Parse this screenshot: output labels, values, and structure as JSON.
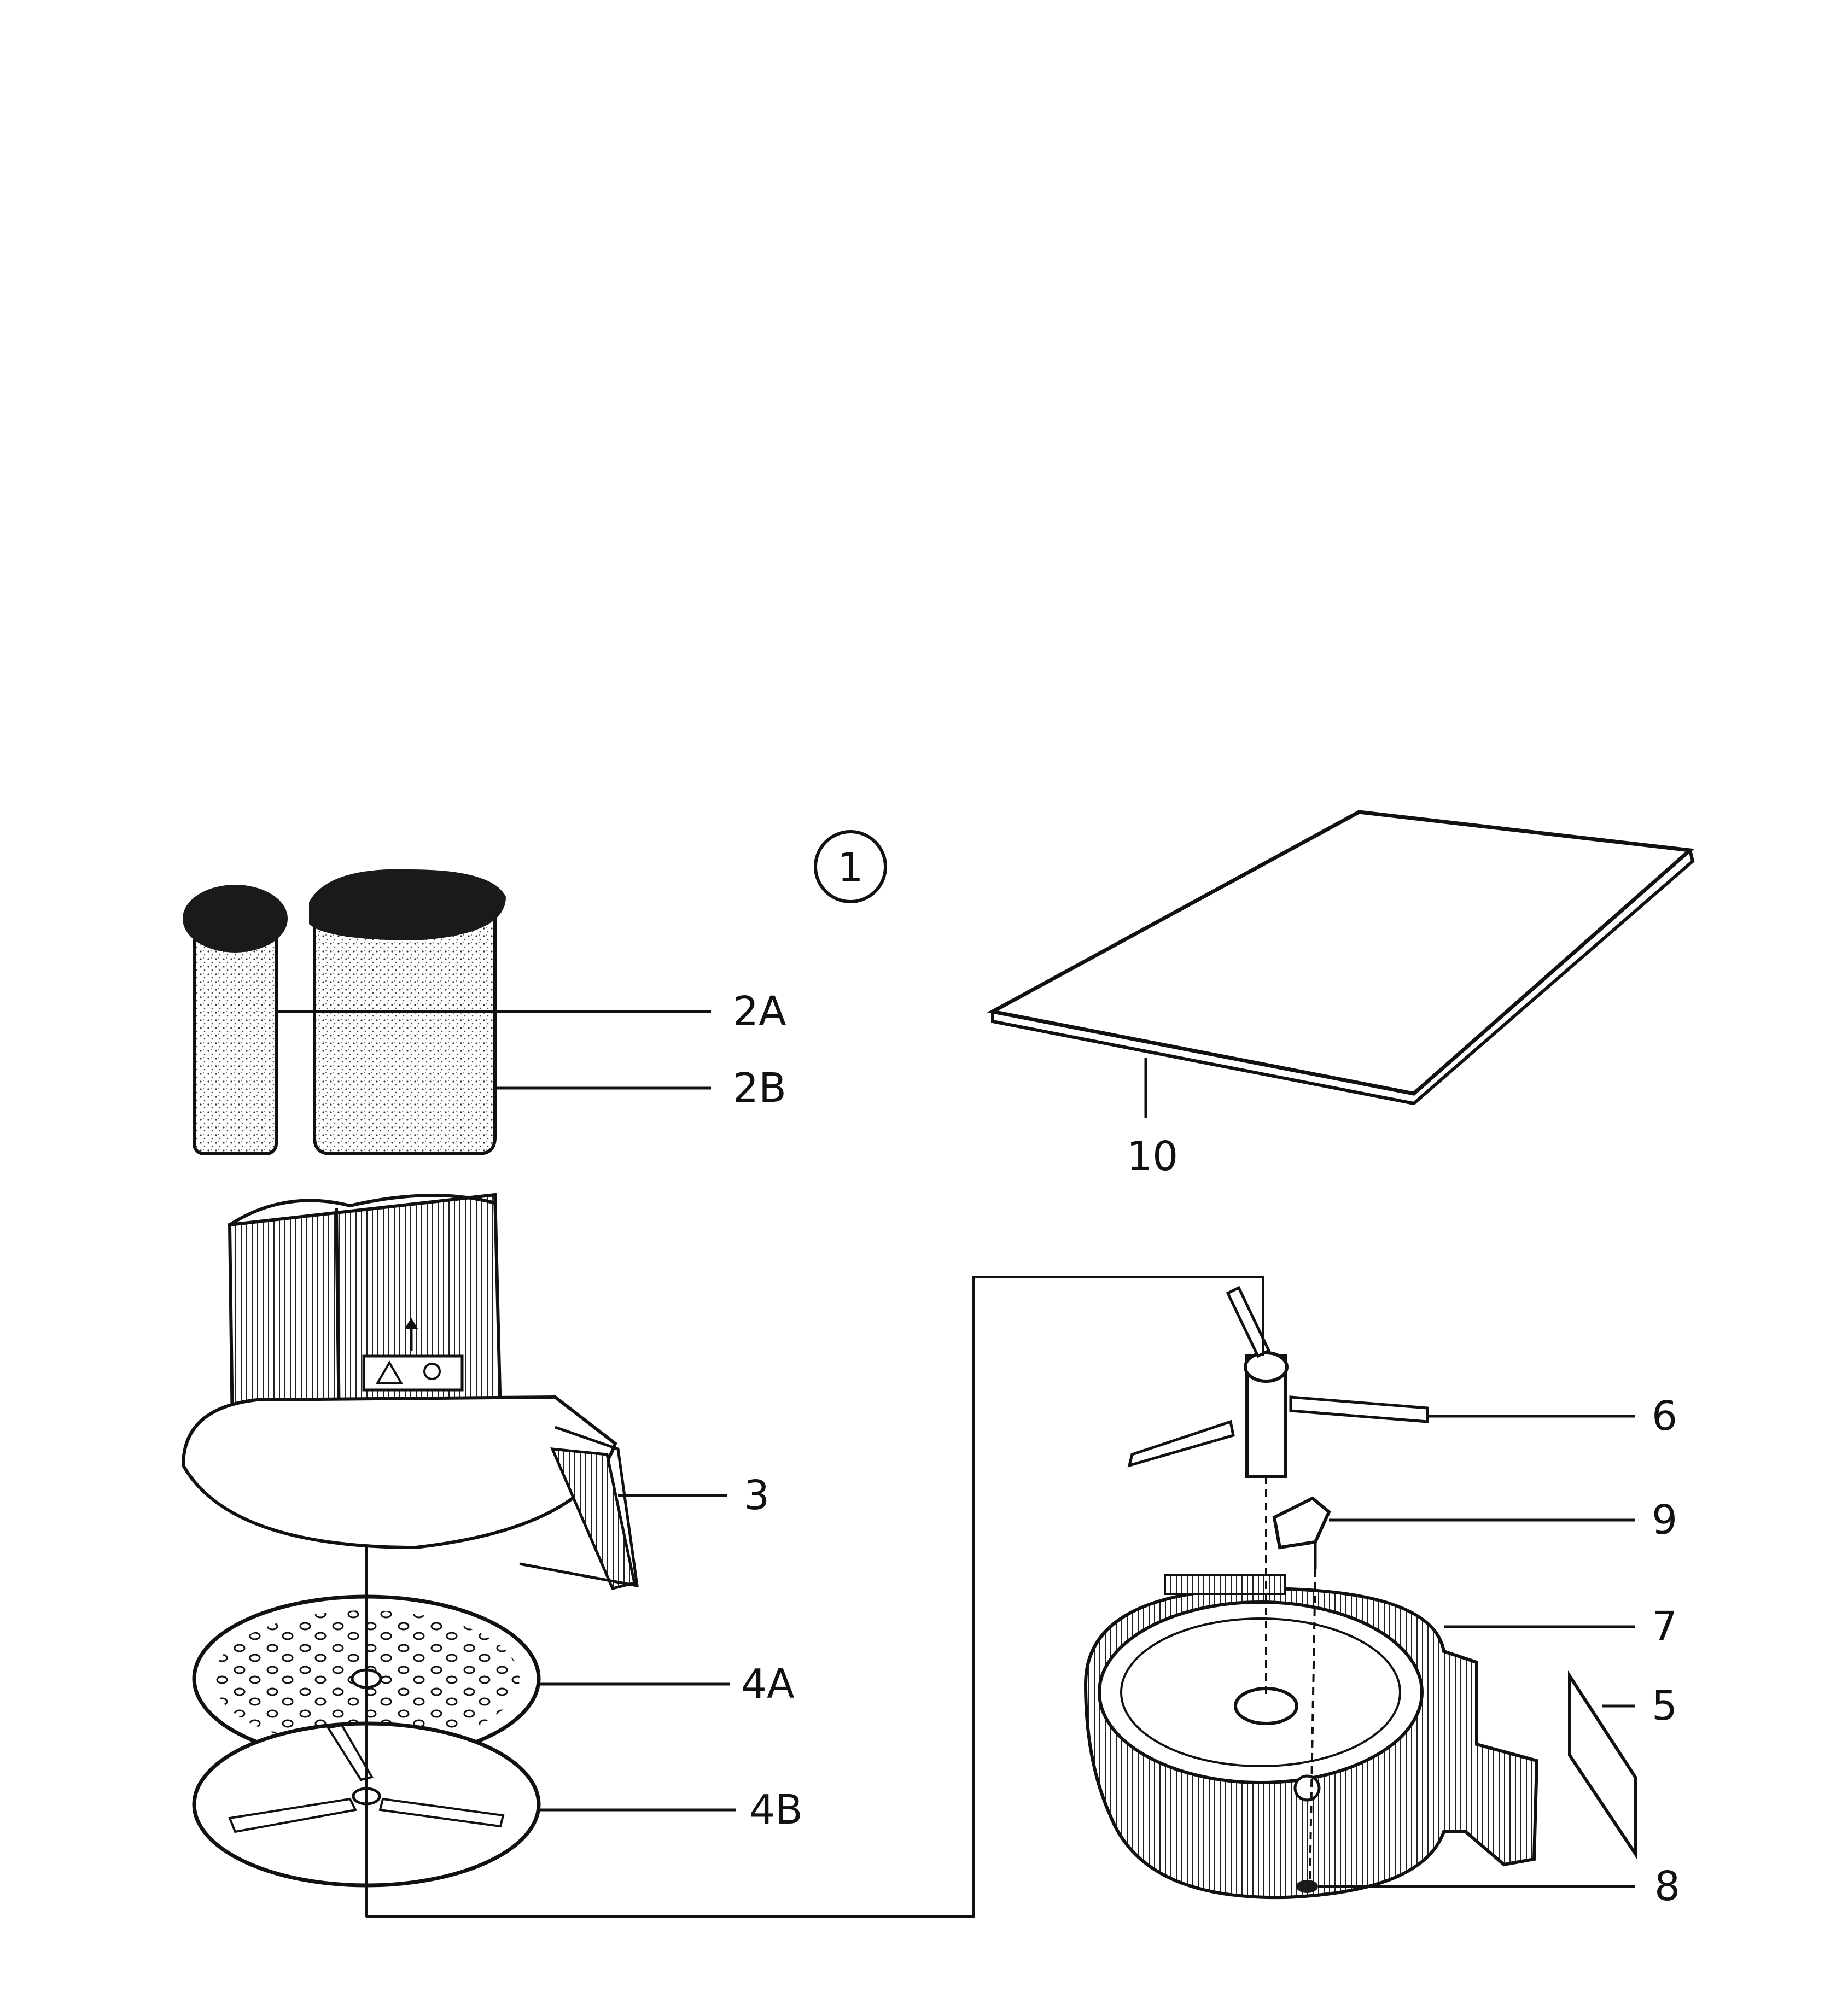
{
  "figure_number": "1",
  "callouts": {
    "2A": "2A",
    "2B": "2B",
    "3": "3",
    "4A": "4A",
    "4B": "4B",
    "5": "5",
    "6": "6",
    "7": "7",
    "8": "8",
    "9": "9",
    "10": "10"
  },
  "icons": {
    "warning_label": "warning-triangle-icon",
    "direction_arrow": "arrow-up-icon"
  }
}
